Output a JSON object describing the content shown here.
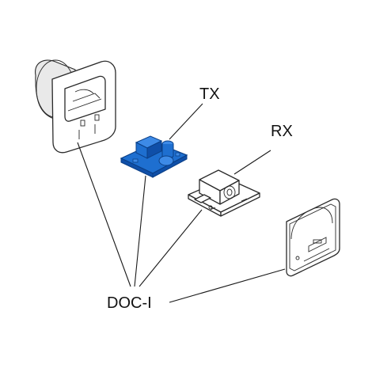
{
  "labels": {
    "tx": "TX",
    "rx": "RX",
    "doc_i": "DOC-I"
  },
  "colors": {
    "tx_board": "#1e6fd0",
    "tx_board_dark": "#0f4fa8",
    "line": "#1a1a1a"
  },
  "parts": [
    "housing",
    "tx-board",
    "rx-board",
    "front-cover"
  ]
}
